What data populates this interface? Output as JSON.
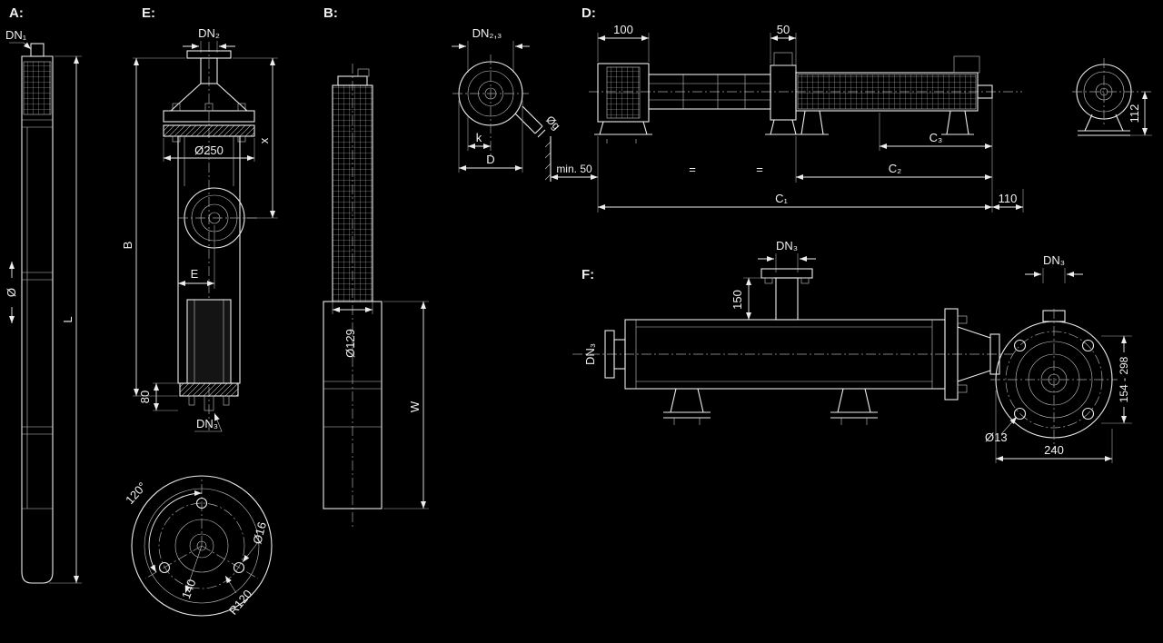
{
  "drawing": {
    "colors": {
      "background": "#000000",
      "line": "#ececec"
    },
    "views": {
      "a": {
        "title": "A:",
        "dn1": "DN₁",
        "dia": "Ø",
        "dim_l": "L"
      },
      "e": {
        "title": "E:",
        "dn2": "DN₂",
        "dia250": "Ø250",
        "dim_x": "x",
        "dim_b": "B",
        "dim_e": "E",
        "dim_80": "80",
        "dn3": "DN₃",
        "angle120": "120°",
        "dim140": "140",
        "r120": "R120",
        "dia16": "Ø16"
      },
      "b": {
        "title": "B:",
        "dia129": "Ø129",
        "dim_w": "W"
      },
      "d": {
        "title": "D:",
        "dn23": "DN₂,₃",
        "dim_k": "k",
        "dim_d": "D",
        "dia_g": "Øg",
        "dim100": "100",
        "dim50": "50",
        "min50": "min. 50",
        "c3": "C₃",
        "c2": "C₂",
        "c1": "C₁",
        "dim110": "110",
        "dim112": "112",
        "eq": "="
      },
      "f": {
        "title": "F:",
        "dn3_top": "DN₃",
        "dn3_left": "DN₃",
        "dn3_right": "DN₃",
        "dim150": "150",
        "range": "154 - 298",
        "dia13": "Ø13",
        "dim240": "240"
      }
    }
  }
}
